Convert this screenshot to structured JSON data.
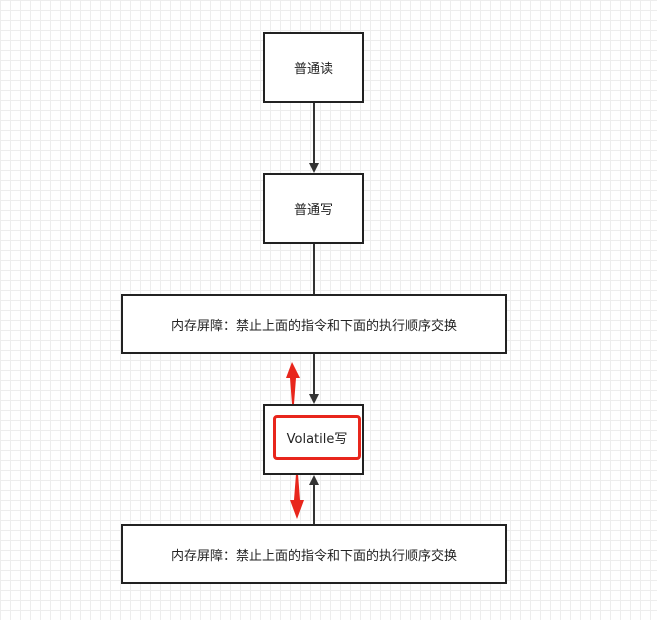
{
  "diagram": {
    "nodes": [
      {
        "id": "n1",
        "label": "普通读"
      },
      {
        "id": "n2",
        "label": "普通写"
      },
      {
        "id": "n3",
        "label": "内存屏障：禁止上面的指令和下面的执行顺序交换"
      },
      {
        "id": "n4",
        "label": "Volatile写"
      },
      {
        "id": "n5",
        "label": "内存屏障：禁止上面的指令和下面的执行顺序交换"
      }
    ],
    "edges": [
      {
        "from": "n1",
        "to": "n2"
      },
      {
        "from": "n3",
        "to": "n4"
      },
      {
        "from": "n5",
        "to": "n4"
      }
    ],
    "colors": {
      "line": "#333333",
      "highlight": "#e8261c"
    }
  }
}
